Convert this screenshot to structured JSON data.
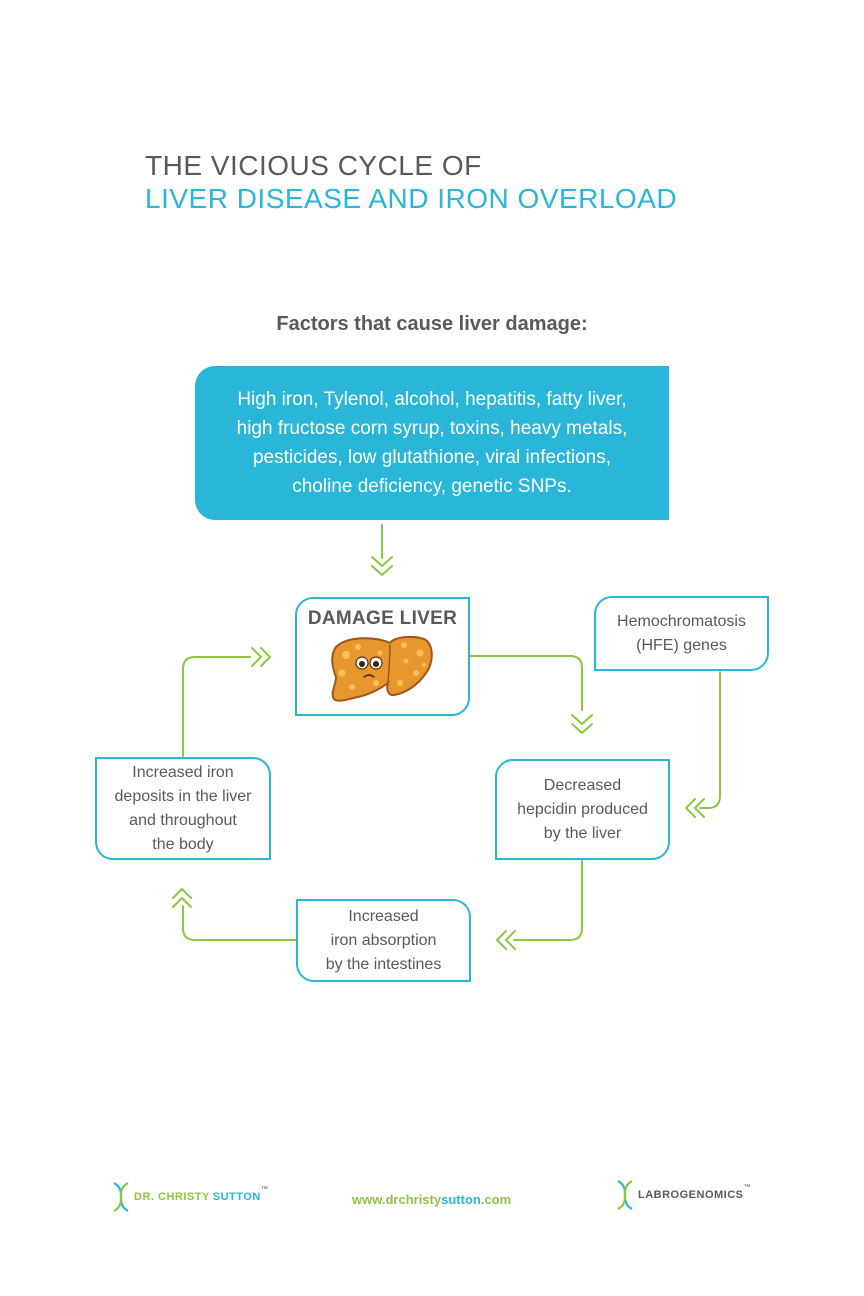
{
  "title": {
    "line1": "THE VICIOUS CYCLE OF",
    "line2": "LIVER DISEASE AND IRON OVERLOAD"
  },
  "factors": {
    "heading": "Factors that cause liver damage:",
    "lines": [
      "High iron, Tylenol, alcohol, hepatitis, fatty liver,",
      "high fructose corn syrup, toxins, heavy metals,",
      "pesticides, low glutathione, viral infections,",
      "choline deficiency, genetic SNPs."
    ]
  },
  "cycle": {
    "damage_liver": "DAMAGE LIVER",
    "hemochromatosis": [
      "Hemochromatosis",
      "(HFE) genes"
    ],
    "hepcidin": [
      "Decreased",
      "hepcidin produced",
      "by the liver"
    ],
    "absorption": [
      "Increased",
      "iron absorption",
      "by the intestines"
    ],
    "deposits": [
      "Increased iron",
      "deposits in the liver",
      "and throughout",
      "the body"
    ]
  },
  "footer": {
    "left_brand_a": "DR. CHRISTY",
    "left_brand_b": "SUTTON",
    "tm": "™",
    "url_a": "www.drchristy",
    "url_b": "sutton",
    "url_c": ".com",
    "right_brand": "LABROGENOMICS"
  },
  "colors": {
    "accent_blue": "#29b6d9",
    "arrow_green": "#8dc63f",
    "text_gray": "#58595b",
    "liver_orange": "#e8962e"
  }
}
